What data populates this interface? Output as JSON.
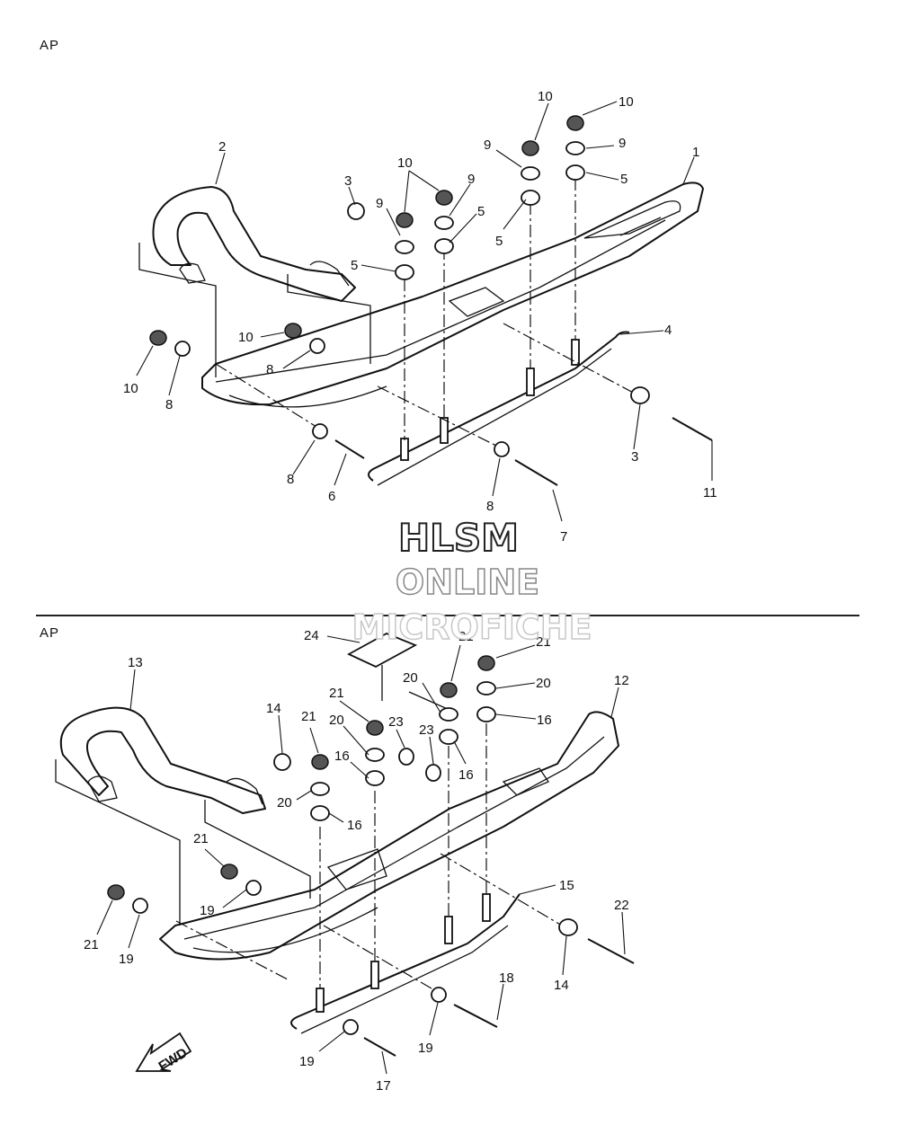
{
  "sections": [
    {
      "label": "AP",
      "callouts": [
        {
          "n": "1",
          "id": "c1"
        },
        {
          "n": "2",
          "id": "c2"
        },
        {
          "n": "3",
          "id": "c3a"
        },
        {
          "n": "3",
          "id": "c3b"
        },
        {
          "n": "4",
          "id": "c4"
        },
        {
          "n": "5",
          "id": "c5a"
        },
        {
          "n": "5",
          "id": "c5b"
        },
        {
          "n": "5",
          "id": "c5c"
        },
        {
          "n": "5",
          "id": "c5d"
        },
        {
          "n": "6",
          "id": "c6"
        },
        {
          "n": "7",
          "id": "c7"
        },
        {
          "n": "8",
          "id": "c8a"
        },
        {
          "n": "8",
          "id": "c8b"
        },
        {
          "n": "8",
          "id": "c8c"
        },
        {
          "n": "8",
          "id": "c8d"
        },
        {
          "n": "9",
          "id": "c9a"
        },
        {
          "n": "9",
          "id": "c9b"
        },
        {
          "n": "9",
          "id": "c9c"
        },
        {
          "n": "9",
          "id": "c9d"
        },
        {
          "n": "10",
          "id": "c10a"
        },
        {
          "n": "10",
          "id": "c10b"
        },
        {
          "n": "10",
          "id": "c10c"
        },
        {
          "n": "10",
          "id": "c10d"
        },
        {
          "n": "10",
          "id": "c10e"
        },
        {
          "n": "11",
          "id": "c11"
        }
      ]
    },
    {
      "label": "AP",
      "callouts": [
        {
          "n": "12",
          "id": "c12"
        },
        {
          "n": "13",
          "id": "c13"
        },
        {
          "n": "14",
          "id": "c14a"
        },
        {
          "n": "14",
          "id": "c14b"
        },
        {
          "n": "15",
          "id": "c15"
        },
        {
          "n": "16",
          "id": "c16a"
        },
        {
          "n": "16",
          "id": "c16b"
        },
        {
          "n": "16",
          "id": "c16c"
        },
        {
          "n": "16",
          "id": "c16d"
        },
        {
          "n": "17",
          "id": "c17"
        },
        {
          "n": "18",
          "id": "c18"
        },
        {
          "n": "19",
          "id": "c19a"
        },
        {
          "n": "19",
          "id": "c19b"
        },
        {
          "n": "19",
          "id": "c19c"
        },
        {
          "n": "19",
          "id": "c19d"
        },
        {
          "n": "20",
          "id": "c20a"
        },
        {
          "n": "20",
          "id": "c20b"
        },
        {
          "n": "20",
          "id": "c20c"
        },
        {
          "n": "20",
          "id": "c20d"
        },
        {
          "n": "21",
          "id": "c21a"
        },
        {
          "n": "21",
          "id": "c21b"
        },
        {
          "n": "21",
          "id": "c21c"
        },
        {
          "n": "21",
          "id": "c21d"
        },
        {
          "n": "21",
          "id": "c21e"
        },
        {
          "n": "21",
          "id": "c21f"
        },
        {
          "n": "22",
          "id": "c22"
        },
        {
          "n": "23",
          "id": "c23a"
        },
        {
          "n": "23",
          "id": "c23b"
        },
        {
          "n": "24",
          "id": "c24"
        }
      ]
    }
  ],
  "watermark": {
    "line1": "HLSM",
    "line2": "ONLINE",
    "line3": "MICROFICHE"
  },
  "fwd_label": "FWD"
}
